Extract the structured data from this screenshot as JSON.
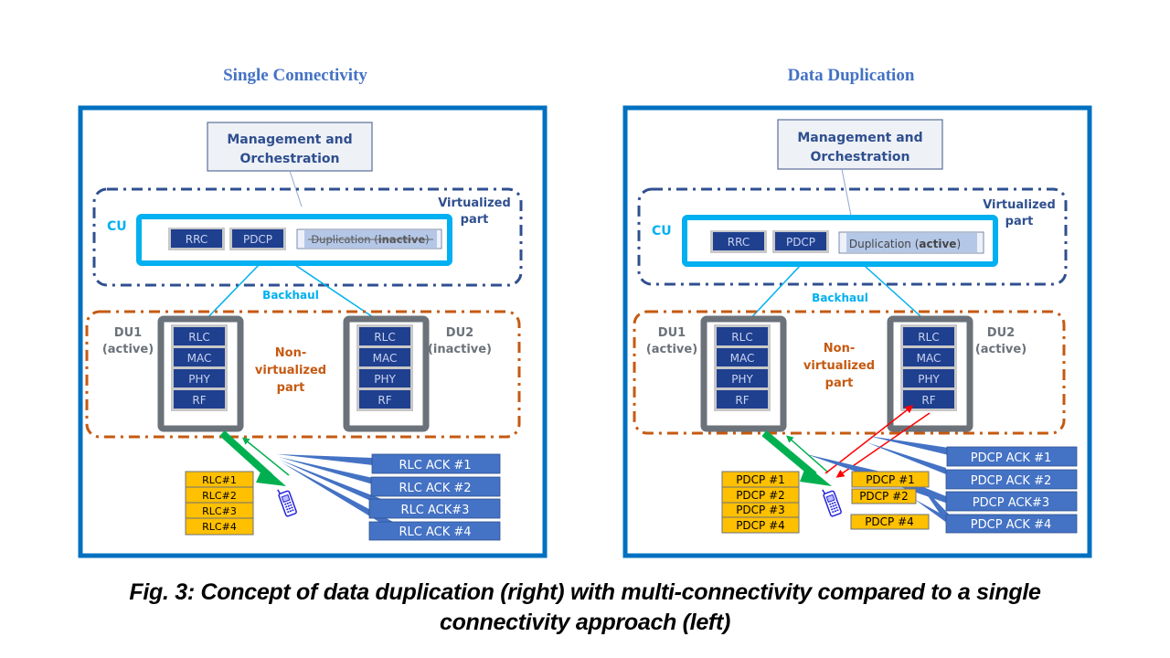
{
  "caption": {
    "line1": "Fig. 3: Concept of data duplication (right) with multi-connectivity compared to a single",
    "line2": "connectivity approach (left)"
  },
  "colors": {
    "frame": "#0070c0",
    "cu_border": "#00b0f0",
    "virtualized_border": "#2f4f8f",
    "non_virtualized_border": "#c55a11",
    "stack_block": "#1f3f8f",
    "du_frame": "#6b727a",
    "pdu_fill": "#ffc000",
    "ack_fill": "#4472c4",
    "downlink_arrow": "#00b050",
    "retransmit_arrow": "#ff0000",
    "title_text": "#4472c4"
  },
  "panels": [
    {
      "id": "single",
      "title": "Single Connectivity",
      "management": {
        "line1": "Management and",
        "line2": "Orchestration"
      },
      "virtualized_label": {
        "line1": "Virtualized",
        "line2": "part"
      },
      "cu_label": "CU",
      "cu_blocks": [
        "RRC",
        "PDCP"
      ],
      "duplication": {
        "prefix": "Duplication (",
        "state": "inactive",
        "suffix": ")",
        "active": false
      },
      "backhaul_label": "Backhaul",
      "non_virtualized_label": {
        "line1": "Non-",
        "line2": "virtualized",
        "line3": "part"
      },
      "du1": {
        "name": "DU1",
        "state": "(active)",
        "blocks": [
          "RLC",
          "MAC",
          "PHY",
          "RF"
        ]
      },
      "du2": {
        "name": "DU2",
        "state": "(inactive)",
        "blocks": [
          "RLC",
          "MAC",
          "PHY",
          "RF"
        ]
      },
      "packets": [
        "RLC#1",
        "RLC#2",
        "RLC#3",
        "RLC#4"
      ],
      "acks": [
        "RLC ACK #1",
        "RLC ACK #2",
        "RLC ACK#3",
        "RLC ACK #4"
      ],
      "extra_packets": []
    },
    {
      "id": "duplication",
      "title": "Data Duplication",
      "management": {
        "line1": "Management and",
        "line2": "Orchestration"
      },
      "virtualized_label": {
        "line1": "Virtualized",
        "line2": "part"
      },
      "cu_label": "CU",
      "cu_blocks": [
        "RRC",
        "PDCP"
      ],
      "duplication": {
        "prefix": "Duplication (",
        "state": "active",
        "suffix": ")",
        "active": true
      },
      "backhaul_label": "Backhaul",
      "non_virtualized_label": {
        "line1": "Non-",
        "line2": "virtualized",
        "line3": "part"
      },
      "du1": {
        "name": "DU1",
        "state": "(active)",
        "blocks": [
          "RLC",
          "MAC",
          "PHY",
          "RF"
        ]
      },
      "du2": {
        "name": "DU2",
        "state": "(active)",
        "blocks": [
          "RLC",
          "MAC",
          "PHY",
          "RF"
        ]
      },
      "packets": [
        "PDCP #1",
        "PDCP #2",
        "PDCP #3",
        "PDCP #4"
      ],
      "acks": [
        "PDCP ACK #1",
        "PDCP ACK #2",
        "PDCP ACK#3",
        "PDCP ACK #4"
      ],
      "extra_packets": [
        "PDCP #1",
        "PDCP #2",
        "PDCP #4"
      ]
    }
  ],
  "icons": {
    "ue": "mobile-phone-icon"
  }
}
